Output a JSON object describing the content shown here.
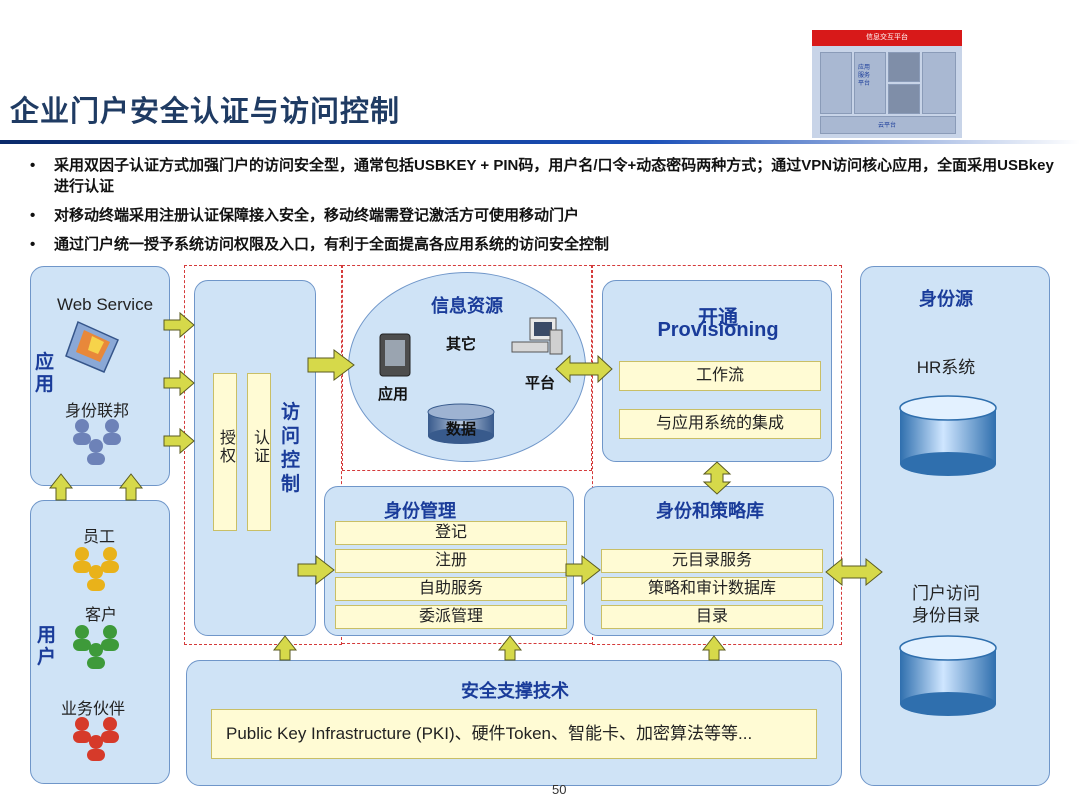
{
  "page": {
    "title": "企业门户安全认证与访问控制",
    "page_number": "50"
  },
  "thumbnail": {
    "top_label": "信息交互平台",
    "left_label": "应用\n服务\n平台",
    "bottom_label": "云平台"
  },
  "bullets": [
    "采用双因子认证方式加强门户的访问安全型，通常包括USBKEY + PIN码，用户名/口令+动态密码两种方式；通过VPN访问核心应用，全面采用USBkey进行认证",
    "对移动终端采用注册认证保障接入安全，移动终端需登记激活方可使用移动门户",
    "通过门户统一授予系统访问权限及入口，有利于全面提高各应用系统的访问安全控制"
  ],
  "app_panel": {
    "web_service": "Web Service",
    "identity_federation": "身份联邦",
    "side_label": "应用"
  },
  "user_panel": {
    "employee": "员工",
    "customer": "客户",
    "partner": "业务伙伴",
    "side_label": "用户"
  },
  "access_control": {
    "label": "访问控制",
    "authorize": "授权",
    "authenticate": "认证"
  },
  "info_resources": {
    "title": "信息资源",
    "other": "其它",
    "application": "应用",
    "platform": "平台",
    "data": "数据"
  },
  "provisioning": {
    "title": "开通",
    "title_en": "Provisioning",
    "items": [
      "工作流",
      "与应用系统的集成"
    ]
  },
  "identity_mgmt": {
    "title": "身份管理",
    "items": [
      "登记",
      "注册",
      "自助服务",
      "委派管理"
    ]
  },
  "identity_policy": {
    "title": "身份和策略库",
    "items": [
      "元目录服务",
      "策略和审计数据库",
      "目录"
    ]
  },
  "identity_source": {
    "title": "身份源",
    "hr": "HR系统",
    "portal_dir": "门户访问\n身份目录"
  },
  "security": {
    "title": "安全支撑技术",
    "content": "Public Key Infrastructure (PKI)、硬件Token、智能卡、加密算法等等..."
  },
  "colors": {
    "panel_fill": "#cfe3f6",
    "panel_border": "#6f96c9",
    "strip_fill": "#fffbd4",
    "heading_blue": "#1a3c9a",
    "dash_red": "#d43a3a",
    "arrow_fill": "#d6d94a"
  }
}
